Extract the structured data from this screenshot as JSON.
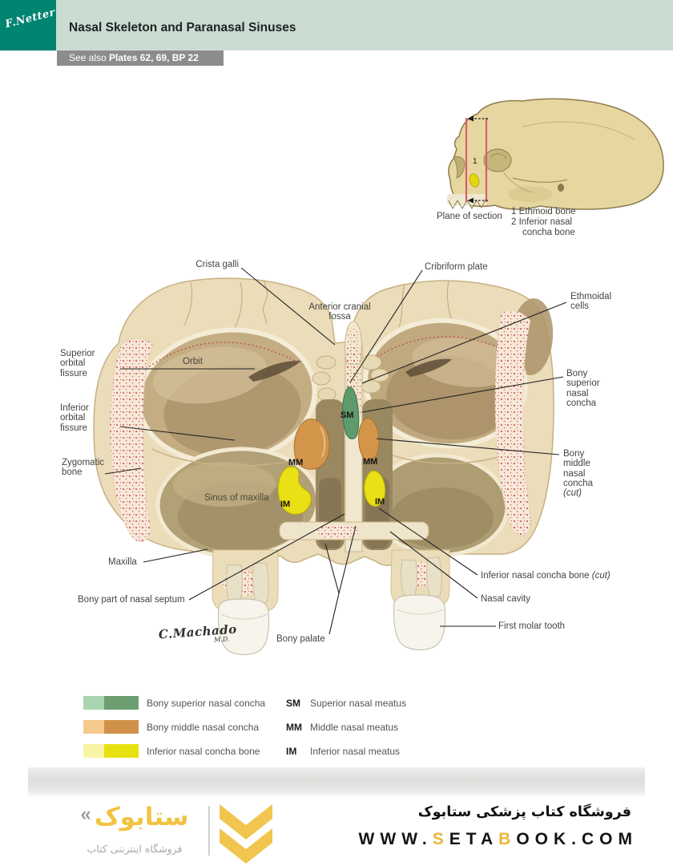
{
  "header": {
    "title": "Nasal Skeleton and Paranasal Sinuses",
    "see_also_prefix": "See also ",
    "see_also_bold": "Plates 62, 69, BP 22",
    "netter_signature": "F.Netter",
    "teal_color": "#028570",
    "mint_color": "#cbdcd3"
  },
  "inset": {
    "caption": "Plane of section",
    "key_1": "1 Ethmoid bone",
    "key_2": "2 Inferior nasal",
    "key_3": "concha bone",
    "marker_1": "1"
  },
  "figure_labels": {
    "crista_galli": "Crista galli",
    "anterior_cranial_fossa": "Anterior cranial\nfossa",
    "superior_orbital_fissure": "Superior\norbital\nfissure",
    "orbit": "Orbit",
    "inferior_orbital_fissure": "Inferior\norbital\nfissure",
    "zygomatic_bone": "Zygomatic\nbone",
    "sinus_of_maxilla": "Sinus of maxilla",
    "maxilla": "Maxilla",
    "bony_part_of_nasal_septum": "Bony part of nasal septum",
    "bony_palate": "Bony palate",
    "cribriform_plate": "Cribriform plate",
    "ethmoidal_cells": "Ethmoidal\ncells",
    "bony_superior_nasal_concha": "Bony\nsuperior\nnasal\nconcha",
    "bony_middle_nasal_concha": "Bony\nmiddle\nnasal\nconcha\n",
    "cut": "(cut)",
    "inferior_nasal_concha_bone": "Inferior nasal concha bone ",
    "nasal_cavity": "Nasal cavity",
    "first_molar_tooth": "First molar tooth",
    "sm": "SM",
    "mm": "MM",
    "im": "IM",
    "signature_name": "C.Machado",
    "signature_degree": "M.D."
  },
  "legend": {
    "rows": [
      {
        "abbr": "SM",
        "swatch_light": "#a9d4b0",
        "swatch_dark": "#6d9e72",
        "bone_label": "Bony superior nasal concha",
        "meatus_label": "Superior nasal meatus"
      },
      {
        "abbr": "MM",
        "swatch_light": "#f6c98c",
        "swatch_dark": "#d0924a",
        "bone_label": "Bony middle nasal concha",
        "meatus_label": "Middle nasal meatus"
      },
      {
        "abbr": "IM",
        "swatch_light": "#f8f4a6",
        "swatch_dark": "#e8e112",
        "bone_label": "Inferior nasal concha bone",
        "meatus_label": "Inferior nasal meatus"
      }
    ]
  },
  "footer": {
    "store_line_fa": "فروشگاه کتاب پزشکی ستابوک",
    "logo_word_fa": "ستابوک",
    "logo_guillemet": "«",
    "logo_sub_fa": "فروشگاه اینترنتی کتاب",
    "accent_color": "#f2c343",
    "url_segments": [
      {
        "text": "WWW.",
        "color": "#141414"
      },
      {
        "text": "S",
        "color": "#f0b43c"
      },
      {
        "text": "ETA",
        "color": "#141414"
      },
      {
        "text": "B",
        "color": "#f0b43c"
      },
      {
        "text": "OOK.COM",
        "color": "#141414"
      }
    ]
  }
}
